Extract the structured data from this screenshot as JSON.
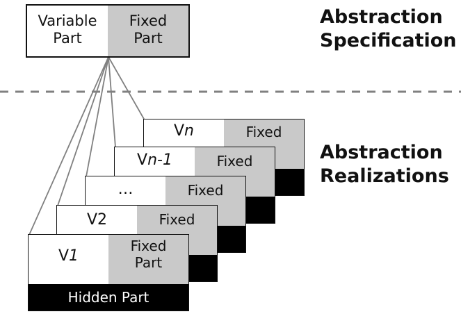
{
  "spec": {
    "variable": "Variable Part",
    "variable_line1": "Variable",
    "variable_line2": "Part",
    "fixed_line1": "Fixed",
    "fixed_line2": "Part",
    "title_line1": "Abstraction",
    "title_line2": "Specification"
  },
  "realizations": {
    "title_line1": "Abstraction",
    "title_line2": "Realizations",
    "cards": [
      {
        "variable_prefix": "V",
        "variable_suffix": "n",
        "fixed": "Fixed"
      },
      {
        "variable_prefix": "V",
        "variable_suffix": "n-1",
        "fixed": "Fixed"
      },
      {
        "variable": "…",
        "fixed": "Fixed"
      },
      {
        "variable_prefix": "V",
        "variable_suffix": "2",
        "fixed": "Fixed"
      },
      {
        "variable_prefix": "V",
        "variable_suffix": "1",
        "fixed_line1": "Fixed",
        "fixed_line2": "Part",
        "hidden": "Hidden Part"
      }
    ]
  },
  "colors": {
    "fixed_fill": "#c9c9c9",
    "hidden_fill": "#000000",
    "separator": "#808080",
    "connector": "#808080"
  }
}
